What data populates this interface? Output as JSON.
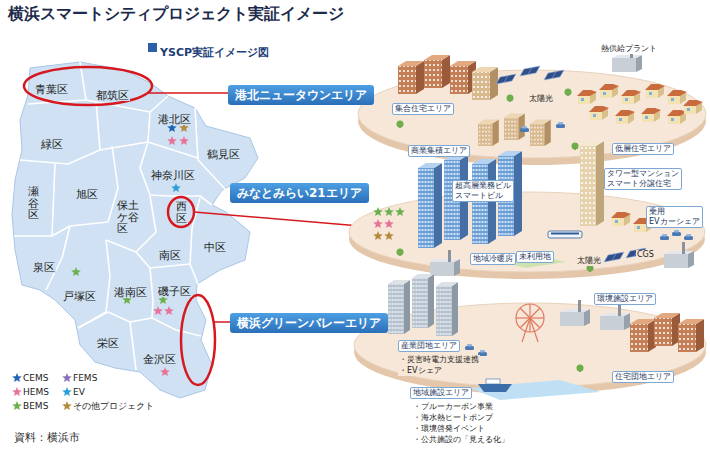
{
  "diagram": {
    "title": "横浜スマートシティプロジェクト実証イメージ",
    "caption": "資料：横浜市",
    "nodes": [
      {
        "text": [
          "港北ニュータウンエリア",
          "集合住宅エリア",
          "太陽光",
          "熱供給プラント",
          "商業集積エリア",
          "低層住宅エリア"
        ]
      },
      {
        "text": [
          "みなとみらい21エリア",
          "超高層業務ビル スマートビル",
          "タワー型マンション スマート分譲住宅",
          "乗用 EVカーシェア",
          "地域冷暖房",
          "未利用地",
          "太陽光",
          "CGS"
        ]
      },
      {
        "text": [
          "横浜グリーンバレーエリア",
          "産業団地エリア",
          "・災害時電力支援連携",
          "・EVシェア",
          "環境施設エリア",
          "地域施設エリア",
          "・ブルーカーボン事業",
          "・海水熱ヒートポンプ",
          "・環境啓発イベント",
          "・公共施設の「見える化」",
          "住宅団地エリア"
        ]
      }
    ],
    "labels": [
      "YSCP実証イメージ図",
      "青葉区",
      "都筑区",
      "港北区",
      "緑区",
      "鶴見区",
      "神奈川区",
      "旭区",
      "瀬谷区",
      "保土ケ谷区",
      "西区",
      "中区",
      "南区",
      "泉区",
      "戸塚区",
      "港南区",
      "磯子区",
      "栄区",
      "金沢区"
    ],
    "legend": [
      {
        "text": "CEMS",
        "color": "#1f64b4"
      },
      {
        "text": "FEMS",
        "color": "#8a70b8"
      },
      {
        "text": "HEMS",
        "color": "#e8739a"
      },
      {
        "text": "EV",
        "color": "#2b9fd8"
      },
      {
        "text": "BEMS",
        "color": "#6ab04c"
      },
      {
        "text": "その他プロジェクト",
        "color": "#b38b3b"
      }
    ]
  }
}
